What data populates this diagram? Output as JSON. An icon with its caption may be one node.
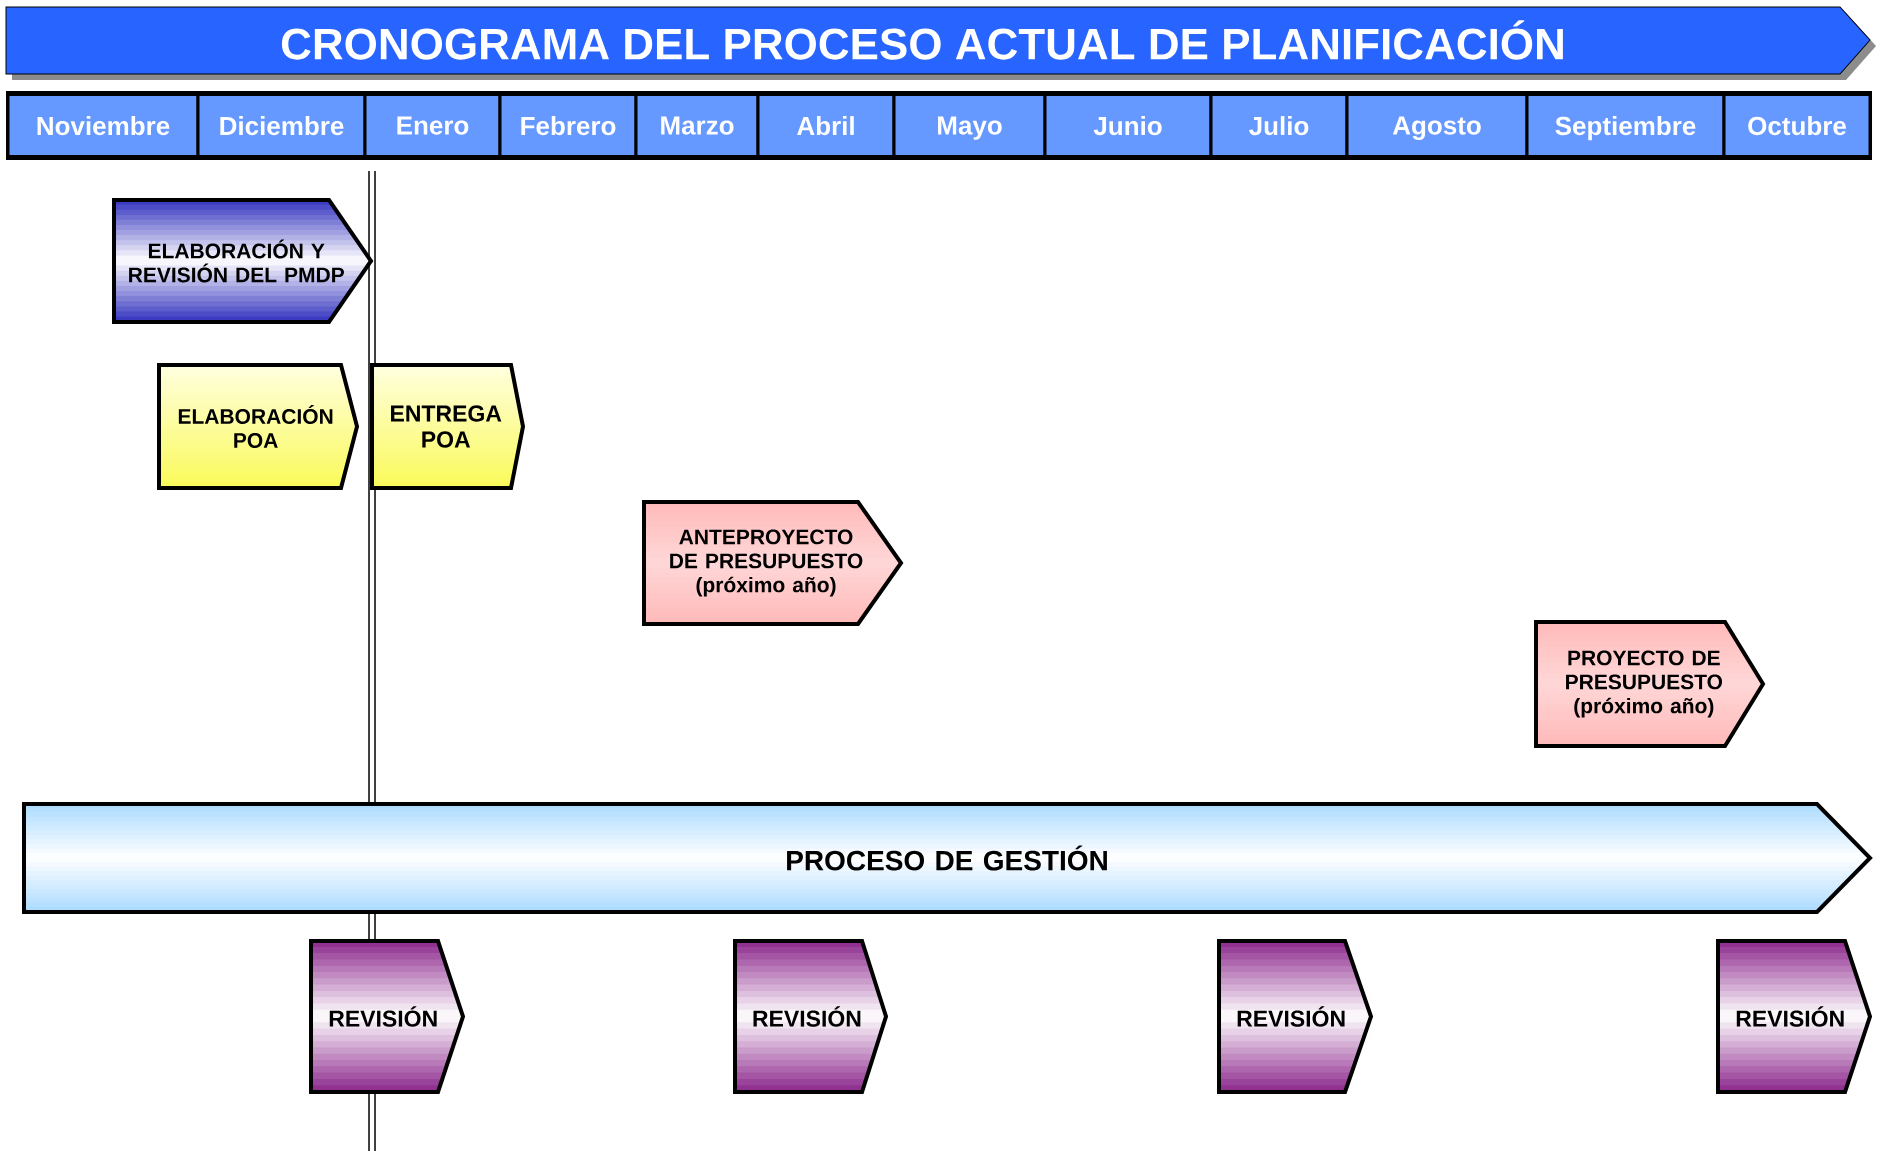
{
  "diagram": {
    "title": "CRONOGRAMA DEL PROCESO ACTUAL DE PLANIFICACIÓN",
    "nodes": [
      {
        "text": [
          "Noviembre"
        ]
      },
      {
        "text": [
          "Diciembre"
        ]
      },
      {
        "text": [
          "Enero"
        ]
      },
      {
        "text": [
          "Febrero"
        ]
      },
      {
        "text": [
          "Marzo"
        ]
      },
      {
        "text": [
          "Abril"
        ]
      },
      {
        "text": [
          "Mayo"
        ]
      },
      {
        "text": [
          "Junio"
        ]
      },
      {
        "text": [
          "Julio"
        ]
      },
      {
        "text": [
          "Agosto"
        ]
      },
      {
        "text": [
          "Septiembre"
        ]
      },
      {
        "text": [
          "Octubre"
        ]
      },
      {
        "text": [
          "ELABORACIÓN Y REVISIÓN DEL PMDP"
        ]
      },
      {
        "text": [
          "ELABORACIÓN POA"
        ]
      },
      {
        "text": [
          "ENTREGA POA"
        ]
      },
      {
        "text": [
          "ANTEPROYECTO DE PRESUPUESTO (próximo año)"
        ]
      },
      {
        "text": [
          "PROYECTO DE PRESUPUESTO (próximo año)"
        ]
      },
      {
        "text": [
          "PROCESO DE GESTIÓN"
        ]
      },
      {
        "text": [
          "REVISIÓN"
        ]
      },
      {
        "text": [
          "REVISIÓN"
        ]
      },
      {
        "text": [
          "REVISIÓN"
        ]
      },
      {
        "text": [
          "REVISIÓN"
        ]
      }
    ]
  }
}
